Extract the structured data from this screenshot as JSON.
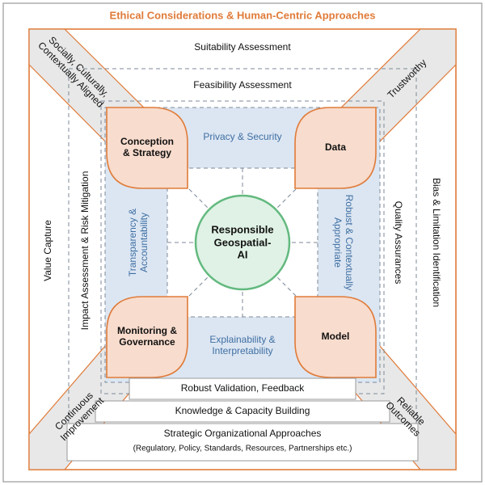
{
  "header": {
    "title": "Ethical Considerations & Human-Centric Approaches"
  },
  "layers": {
    "suitability": "Suitability Assessment",
    "feasibility": "Feasibility Assessment",
    "value_capture": "Value Capture",
    "impact": "Impact Assessment & Risk Mitigation",
    "bias": "Bias & Limitation Identification",
    "quality": "Quality Assurances",
    "robust_validation": "Robust Validation, Feedback",
    "knowledge": "Knowledge & Capacity Building",
    "strategic_title": "Strategic Organizational Approaches",
    "strategic_sub": "(Regulatory, Policy, Standards, Resources, Partnerships etc.)"
  },
  "diagonals": {
    "top_left": [
      "Socially, Culturally,",
      "Contextually Aligned"
    ],
    "top_right": "Trustworthy",
    "bottom_left": [
      "Continuous",
      "Improvement"
    ],
    "bottom_right": [
      "Reliable",
      "Outcomes"
    ]
  },
  "inner": {
    "privacy": "Privacy & Security",
    "transparency": [
      "Transparency &",
      "Accountability"
    ],
    "robust": [
      "Robust & Contextually",
      "Appropriate"
    ],
    "explainability": [
      "Explainability &",
      "Interpretability"
    ]
  },
  "stages": {
    "conception": [
      "Conception",
      "& Strategy"
    ],
    "data": "Data",
    "monitoring": [
      "Monitoring &",
      "Governance"
    ],
    "model": "Model"
  },
  "center": [
    "Responsible",
    "Geospatial-",
    "AI"
  ],
  "colors": {
    "orange": "#e07b39",
    "peach": "#f8dccd",
    "blue_fill": "#dce6f2",
    "blue_text": "#3f6fa3",
    "green": "#63b97f",
    "green_fill": "#dff2e5",
    "gray_band": "#e8e8e8"
  }
}
